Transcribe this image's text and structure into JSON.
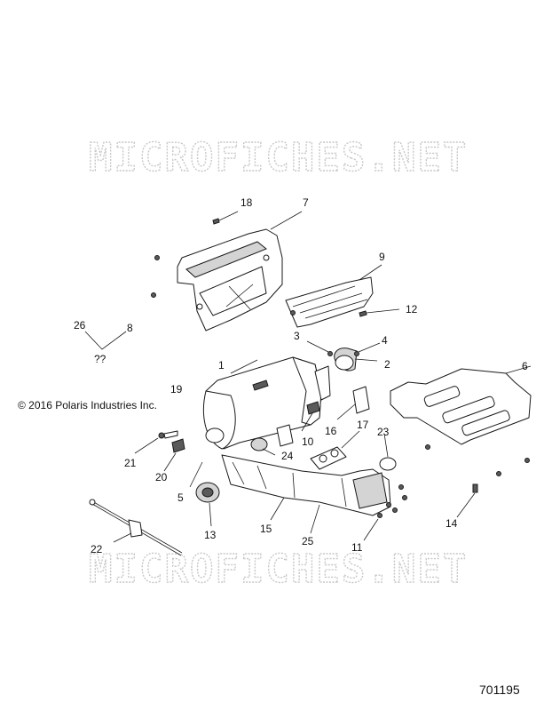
{
  "watermark": "MICROFICHES.NET",
  "copyright": "© 2016 Polaris Industries Inc.",
  "drawing_number": "701195",
  "callouts": {
    "c1": "1",
    "c2": "2",
    "c3": "3",
    "c4": "4",
    "c5": "5",
    "c6": "6",
    "c7": "7",
    "c8": "8",
    "c9": "9",
    "c10": "10",
    "c11": "11",
    "c12": "12",
    "c13": "13",
    "c14": "14",
    "c15": "15",
    "c16": "16",
    "c17": "17",
    "c18": "18",
    "c19": "19",
    "c20": "20",
    "c21": "21",
    "c22": "22",
    "c23": "23",
    "c24": "24",
    "c25": "25",
    "c26": "26",
    "unknown": "??"
  }
}
